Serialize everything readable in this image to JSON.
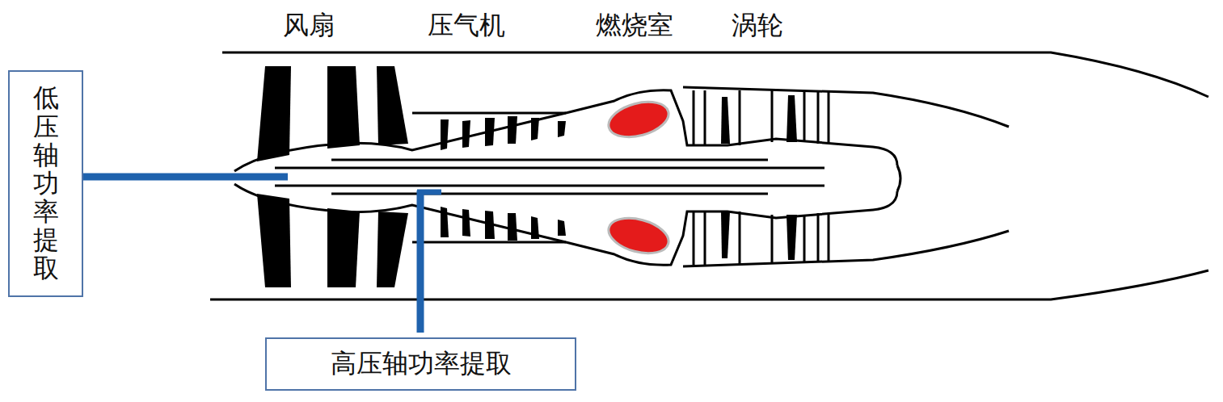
{
  "diagram": {
    "nodes": [
      {
        "text": [
          "低压轴功率提取"
        ]
      },
      {
        "text": [
          "高压轴功率提取"
        ]
      }
    ],
    "labels": [
      "风扇",
      "压气机",
      "燃烧室",
      "涡轮"
    ]
  }
}
